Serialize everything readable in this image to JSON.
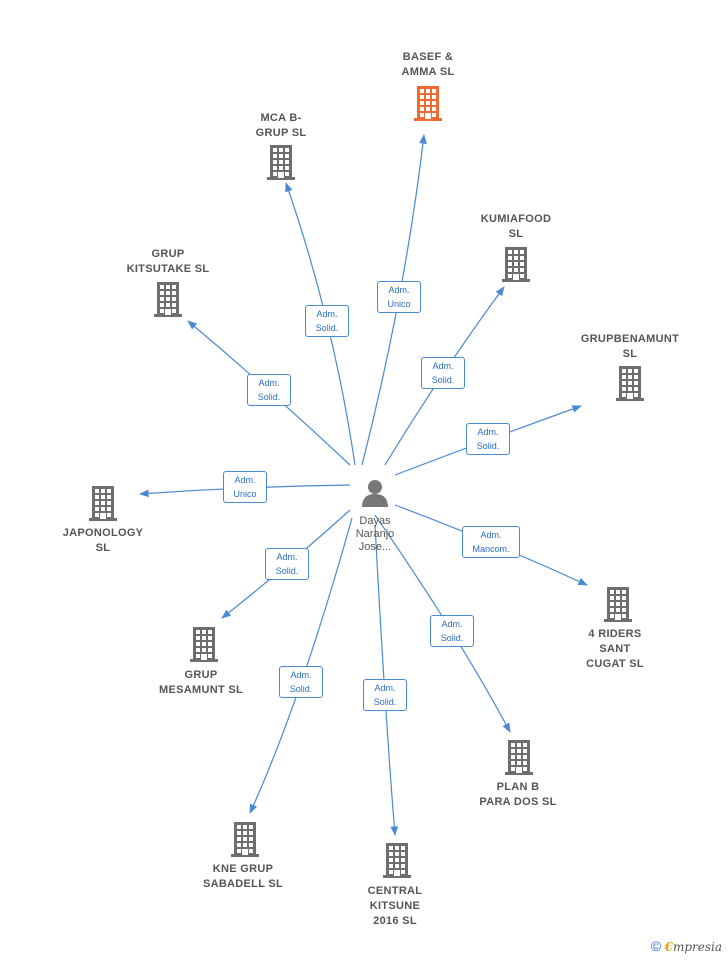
{
  "colors": {
    "edge": "#4a8ad4",
    "building": "#6e6e6e",
    "building_highlight": "#f06a35",
    "person": "#777777"
  },
  "center": {
    "name_lines": "Dayas\nNaranjo\nJose...",
    "icon": "person-icon"
  },
  "nodes": [
    {
      "id": "basef",
      "name": "BASEF &\nAMMA  SL",
      "highlight": true
    },
    {
      "id": "mca",
      "name": "MCA B-\nGRUP  SL"
    },
    {
      "id": "kumia",
      "name": "KUMIAFOOD\nSL"
    },
    {
      "id": "kitsutake",
      "name": "GRUP\nKITSUTAKE  SL"
    },
    {
      "id": "grupbenamunt",
      "name": "GRUPBENAMUNT\nSL"
    },
    {
      "id": "japonology",
      "name": "JAPONOLOGY\nSL"
    },
    {
      "id": "4riders",
      "name": "4 RIDERS\nSANT\nCUGAT  SL"
    },
    {
      "id": "mesamunt",
      "name": "GRUP\nMESAMUNT  SL"
    },
    {
      "id": "planb",
      "name": "PLAN B\nPARA DOS  SL"
    },
    {
      "id": "kne",
      "name": "KNE GRUP\nSABADELL  SL"
    },
    {
      "id": "central",
      "name": "CENTRAL\nKITSUNE\n2016  SL"
    }
  ],
  "edges": [
    {
      "to": "basef",
      "label": "Adm.\nUnico"
    },
    {
      "to": "mca",
      "label": "Adm.\nSolid."
    },
    {
      "to": "kumia",
      "label": "Adm.\nSolid."
    },
    {
      "to": "kitsutake",
      "label": "Adm.\nSolid."
    },
    {
      "to": "grupbenamunt",
      "label": "Adm.\nSolid."
    },
    {
      "to": "japonology",
      "label": "Adm.\nUnico"
    },
    {
      "to": "4riders",
      "label": "Adm.\nMancom."
    },
    {
      "to": "mesamunt",
      "label": "Adm.\nSolid."
    },
    {
      "to": "planb",
      "label": "Adm.\nSolid."
    },
    {
      "to": "kne",
      "label": "Adm.\nSolid."
    },
    {
      "to": "central",
      "label": "Adm.\nSolid."
    }
  ],
  "footer": {
    "symbol": "©",
    "brand_first": "€",
    "brand_rest": "mpresia"
  }
}
